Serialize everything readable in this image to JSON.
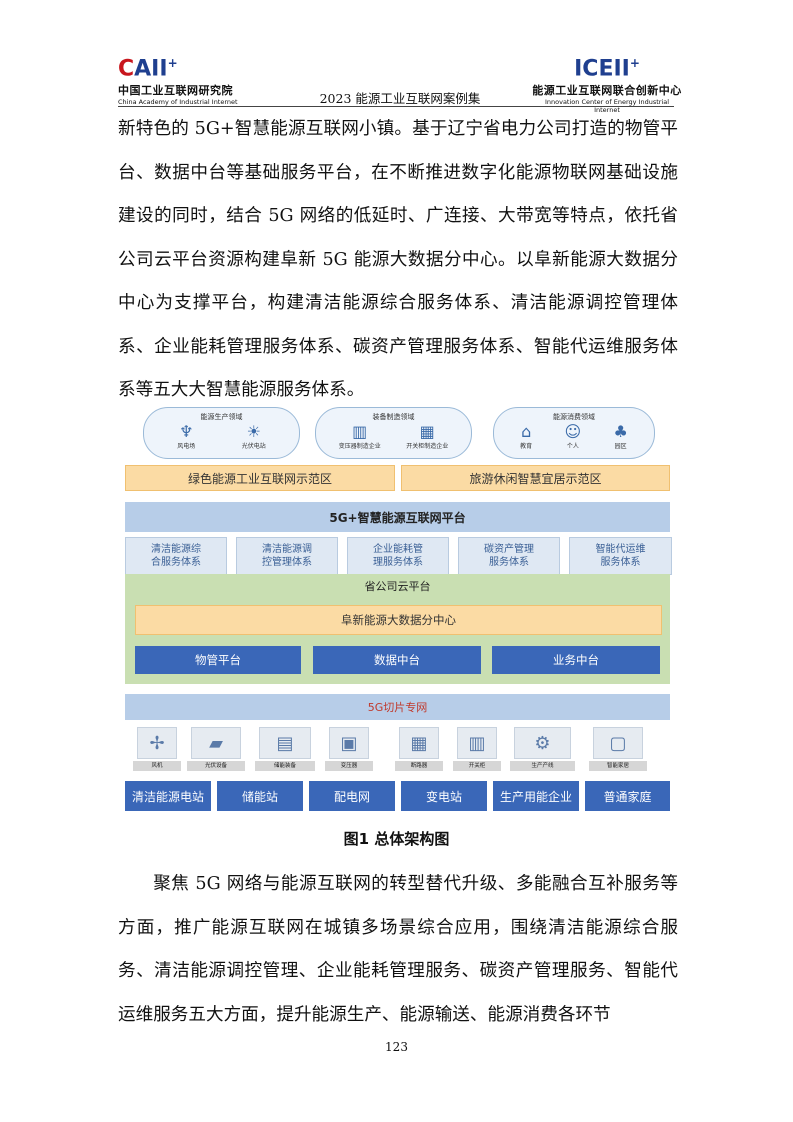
{
  "header": {
    "left_logo": {
      "mark_c": "C",
      "mark_rest": "AII",
      "plus": "+",
      "cn": "中国工业互联网研究院",
      "en": "China Academy of Industrial Internet"
    },
    "center_title": "2023 能源工业互联网案例集",
    "right_logo": {
      "mark_c": "IC",
      "mark_rest": "EII",
      "plus": "+",
      "cn": "能源工业互联网联合创新中心",
      "en": "Innovation Center of Energy Industrial Internet"
    }
  },
  "paragraph1": "新特色的 5G+智慧能源互联网小镇。基于辽宁省电力公司打造的物管平台、数据中台等基础服务平台，在不断推进数字化能源物联网基础设施建设的同时，结合 5G 网络的低延时、广连接、大带宽等特点，依托省公司云平台资源构建阜新 5G 能源大数据分中心。以阜新能源大数据分中心为支撑平台，构建清洁能源综合服务体系、清洁能源调控管理体系、企业能耗管理服务体系、碳资产管理服务体系、智能代运维服务体系等五大大智慧能源服务体系。",
  "figure": {
    "pills": [
      {
        "label": "能源生产领域",
        "items": [
          {
            "icon": "wind-tower-icon",
            "glyph": "♆",
            "text": "风电场"
          },
          {
            "icon": "solar-station-icon",
            "glyph": "☀",
            "text": "光伏电站"
          }
        ]
      },
      {
        "label": "装备制造领域",
        "items": [
          {
            "icon": "factory-icon",
            "glyph": "▥",
            "text": "变压器制造企业"
          },
          {
            "icon": "factory-icon",
            "glyph": "▦",
            "text": "开关柜制造企业"
          }
        ]
      },
      {
        "label": "能源消费领域",
        "items": [
          {
            "icon": "school-icon",
            "glyph": "⌂",
            "text": "教育"
          },
          {
            "icon": "person-icon",
            "glyph": "☺",
            "text": "个人"
          },
          {
            "icon": "park-icon",
            "glyph": "♣",
            "text": "园区"
          }
        ]
      }
    ],
    "demo_zone_1": "绿色能源工业互联网示范区",
    "demo_zone_2": "旅游休闲智慧宜居示范区",
    "platform_5g": "5G+智慧能源互联网平台",
    "services": [
      {
        "line1": "清洁能源综",
        "line2": "合服务体系"
      },
      {
        "line1": "清洁能源调",
        "line2": "控管理体系"
      },
      {
        "line1": "企业能耗管",
        "line2": "理服务体系"
      },
      {
        "line1": "碳资产管理",
        "line2": "服务体系"
      },
      {
        "line1": "智能代运维",
        "line2": "服务体系"
      }
    ],
    "cloud_platform": "省公司云平台",
    "data_center": "阜新能源大数据分中心",
    "platforms": [
      "物管平台",
      "数据中台",
      "业务中台"
    ],
    "slice_network": "5G切片专网",
    "equipment": [
      {
        "icon": "wind-turbine-icon",
        "glyph": "✢",
        "label": "风机"
      },
      {
        "icon": "solar-panel-icon",
        "glyph": "▰",
        "label": "光伏设备"
      },
      {
        "icon": "battery-cabinet-icon",
        "glyph": "▤",
        "label": "储能装备"
      },
      {
        "icon": "transformer-icon",
        "glyph": "▣",
        "label": "变压器"
      },
      {
        "icon": "switchgear-icon",
        "glyph": "▦",
        "label": "断路器"
      },
      {
        "icon": "switch-cabinet-icon",
        "glyph": "▥",
        "label": "开关柜"
      },
      {
        "icon": "production-line-icon",
        "glyph": "⚙",
        "label": "生产产线"
      },
      {
        "icon": "home-appliance-icon",
        "glyph": "▢",
        "label": "智能家居"
      }
    ],
    "bottom": [
      "清洁能源电站",
      "储能站",
      "配电网",
      "变电站",
      "生产用能企业",
      "普通家庭"
    ]
  },
  "caption": "图1 总体架构图",
  "paragraph2": "聚焦 5G 网络与能源互联网的转型替代升级、多能融合互补服务等方面，推广能源互联网在城镇多场景综合应用，围绕清洁能源综合服务、清洁能源调控管理、企业能耗管理服务、碳资产管理服务、智能代运维服务五大方面，提升能源生产、能源输送、能源消费各环节",
  "page_number": "123"
}
